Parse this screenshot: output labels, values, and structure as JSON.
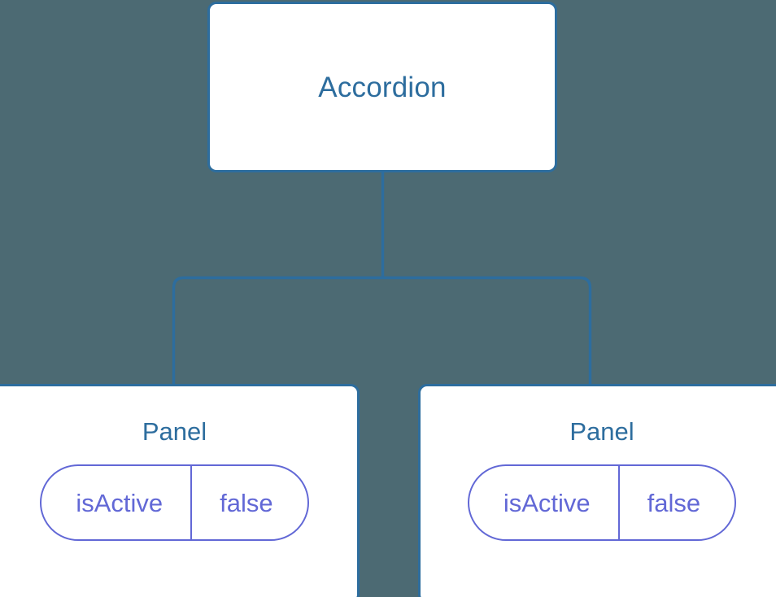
{
  "theme": {
    "background_color": "#4c6a73",
    "node_border_color": "#2d6d9e",
    "node_fill_color": "#ffffff",
    "node_text_color": "#2d6d9e",
    "prop_accent_color": "#6268d6",
    "edge_color": "#2d6d9e"
  },
  "diagram": {
    "type": "component-tree",
    "root": {
      "label": "Accordion"
    },
    "children": [
      {
        "label": "Panel",
        "props": [
          {
            "key": "isActive",
            "value": "false"
          }
        ]
      },
      {
        "label": "Panel",
        "props": [
          {
            "key": "isActive",
            "value": "false"
          }
        ]
      }
    ]
  }
}
